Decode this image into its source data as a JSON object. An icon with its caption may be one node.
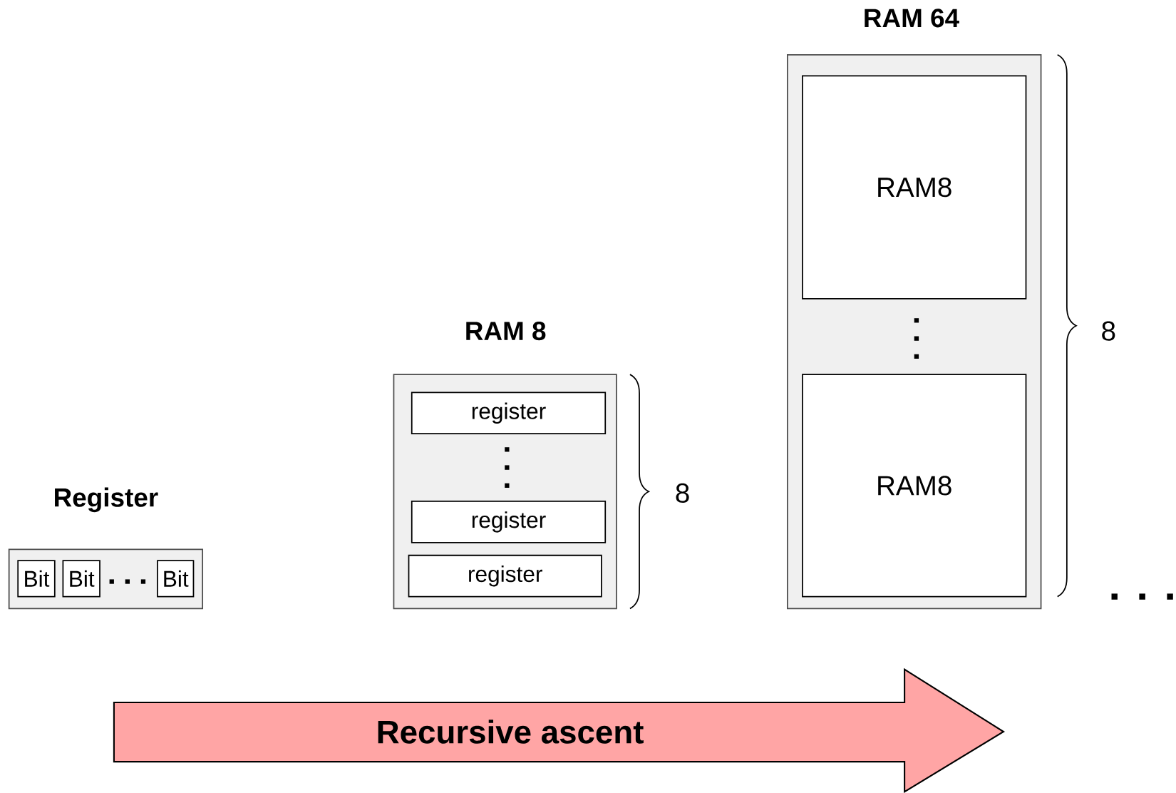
{
  "diagram": {
    "nodes": [
      {
        "text": [
          "Register"
        ]
      },
      {
        "text": [
          "Bit"
        ],
        "in": 0
      },
      {
        "text": [
          "Bit"
        ],
        "in": 0
      },
      {
        "text": [
          "Bit"
        ],
        "in": 0
      },
      {
        "text": [
          "RAM 8"
        ]
      },
      {
        "text": [
          "register"
        ],
        "in": 4
      },
      {
        "text": [
          "register"
        ],
        "in": 4
      },
      {
        "text": [
          "register"
        ],
        "in": 4
      },
      {
        "text": [
          "RAM 64"
        ]
      },
      {
        "text": [
          "RAM8"
        ],
        "in": 8
      },
      {
        "text": [
          "RAM8"
        ],
        "in": 8
      },
      {
        "text": [
          "Recursive ascent"
        ]
      }
    ],
    "labels": [
      "8",
      "8"
    ]
  }
}
